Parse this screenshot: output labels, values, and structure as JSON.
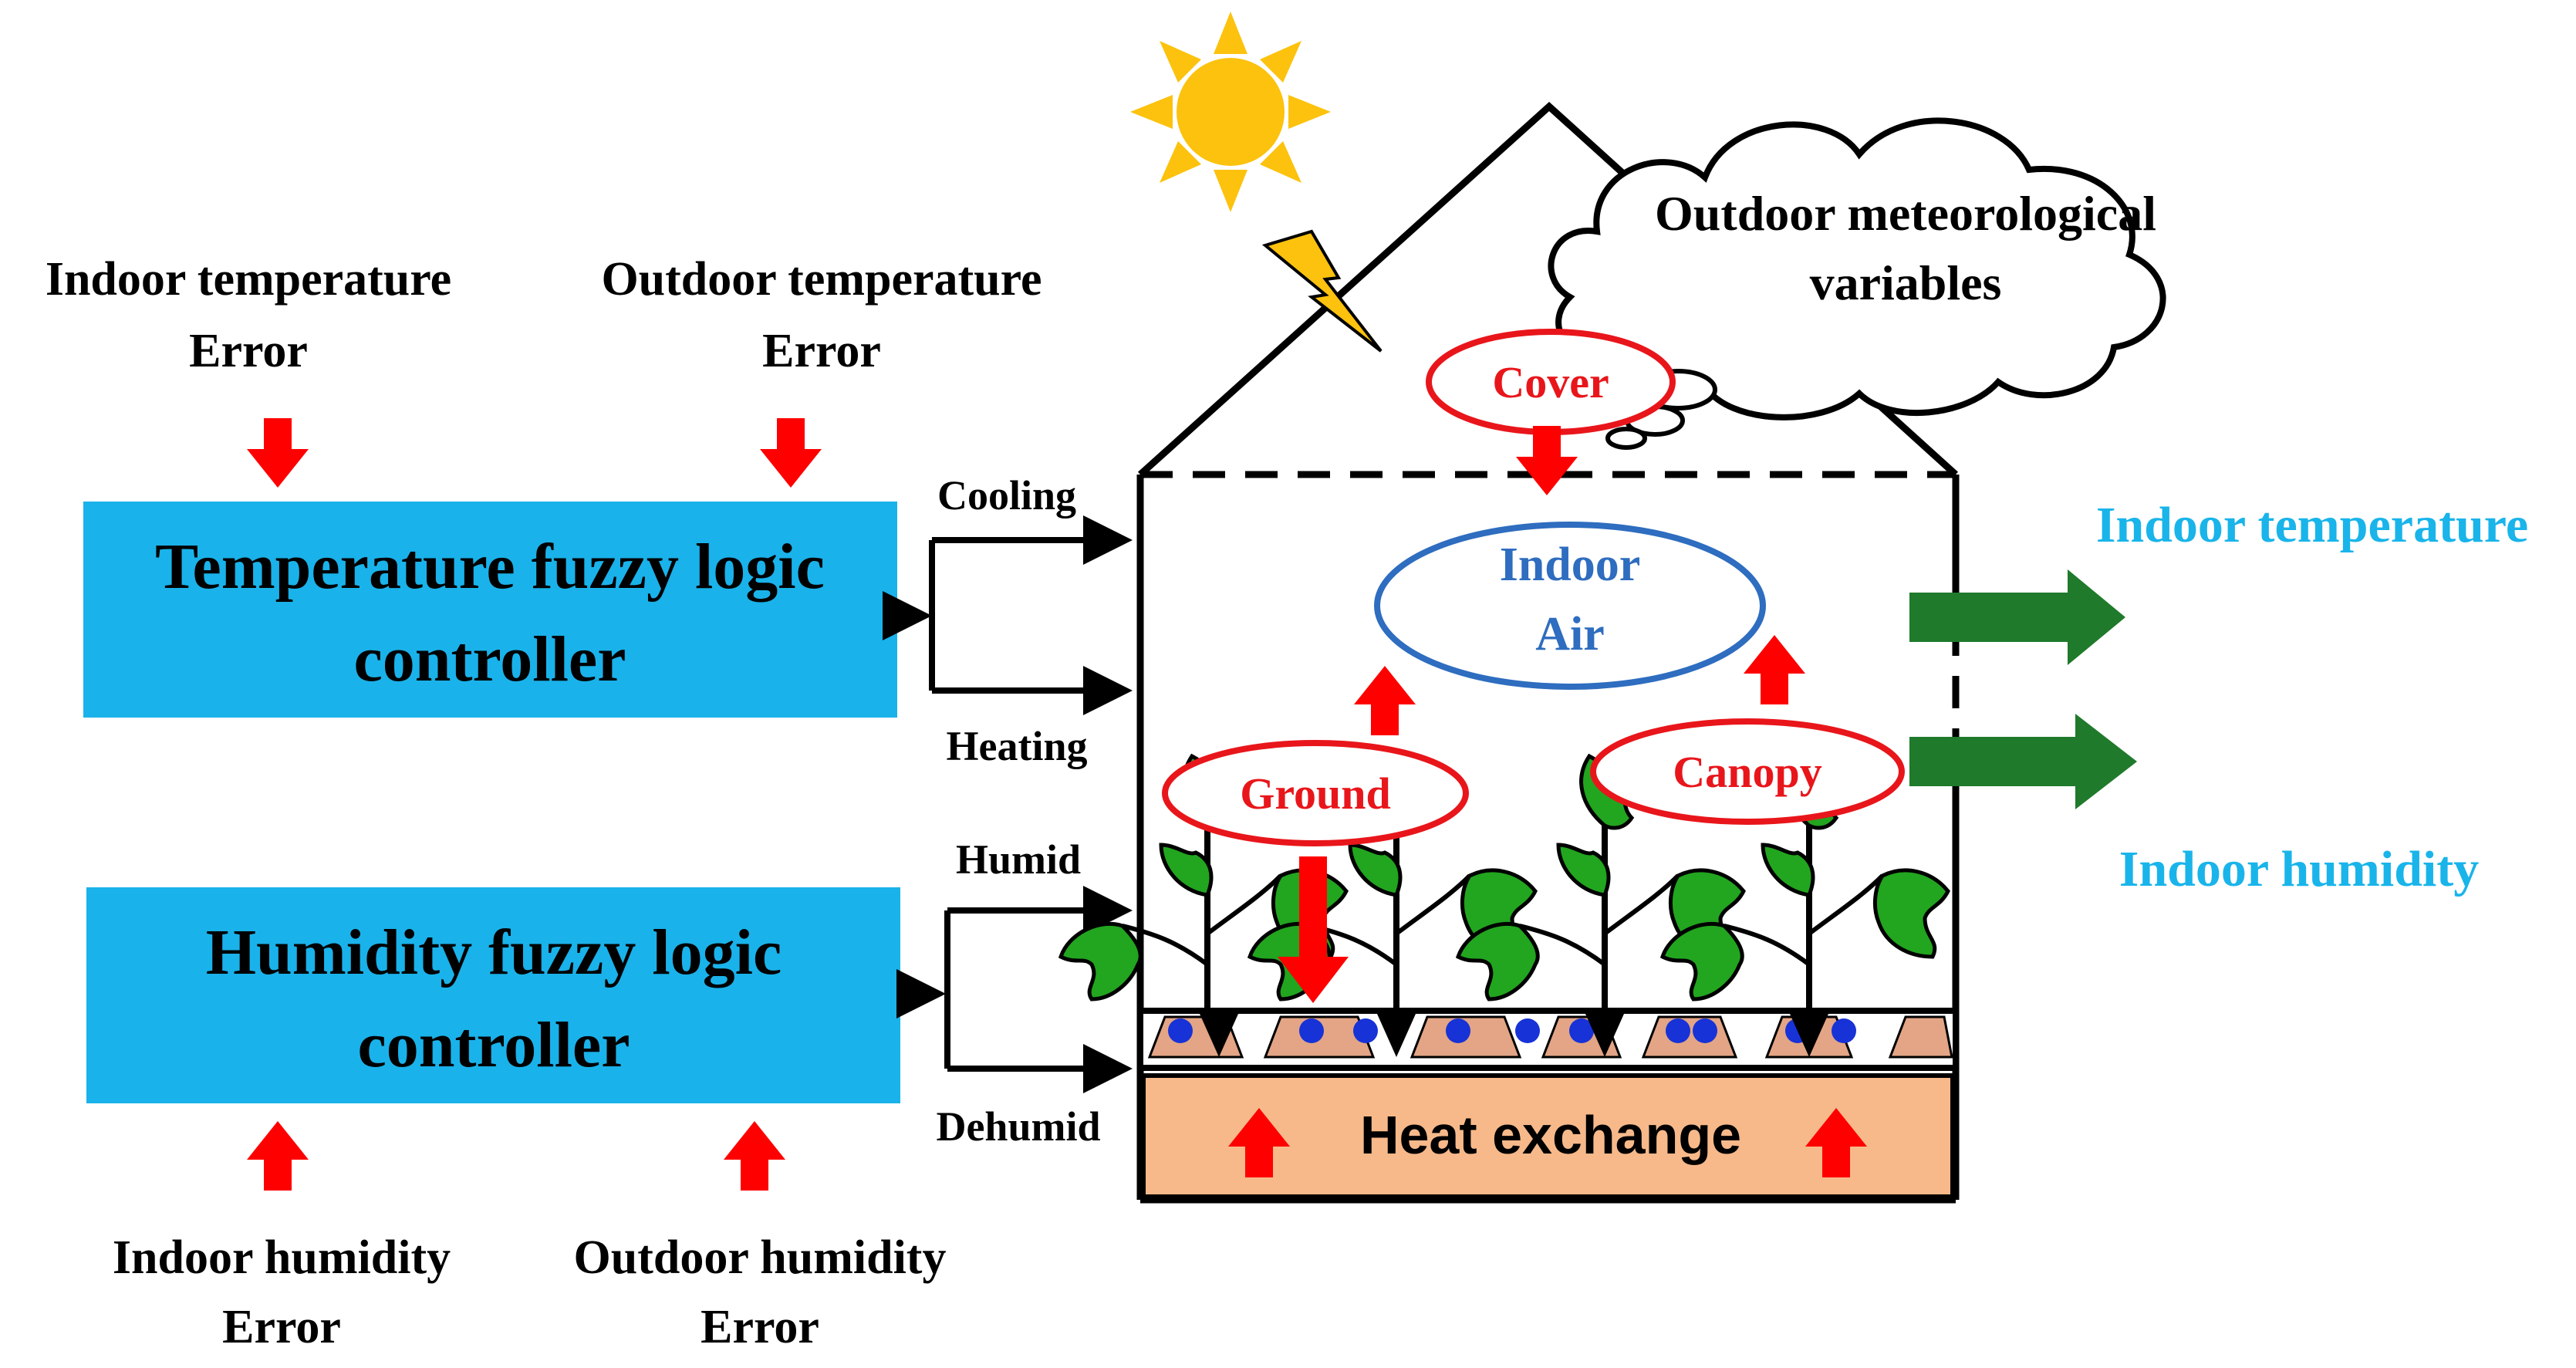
{
  "inputs": {
    "indoor_temp_error": [
      "Indoor temperature",
      "Error"
    ],
    "outdoor_temp_error": [
      "Outdoor temperature",
      "Error"
    ],
    "indoor_humidity_error": [
      "Indoor humidity",
      "Error"
    ],
    "outdoor_humidity_error": [
      "Outdoor humidity",
      "Error"
    ]
  },
  "controllers": {
    "temperature": [
      "Temperature fuzzy logic",
      "controller"
    ],
    "humidity": [
      "Humidity fuzzy logic",
      "controller"
    ]
  },
  "actions": {
    "cooling": "Cooling",
    "heating": "Heating",
    "humid": "Humid",
    "dehumid": "Dehumid"
  },
  "greenhouse": {
    "cover": "Cover",
    "indoor_air": [
      "Indoor",
      "Air"
    ],
    "ground": "Ground",
    "canopy": "Canopy",
    "heat_exchange": "Heat exchange",
    "cloud": [
      "Outdoor meteorological",
      "variables"
    ]
  },
  "outputs": {
    "indoor_temperature": "Indoor temperature",
    "indoor_humidity": "Indoor humidity"
  },
  "colors": {
    "controller_fill": "#1ab2ea",
    "arrow_red": "#ff0000",
    "label_red": "#e8161b",
    "label_blue": "#2e6dbf",
    "output_cyan": "#19b4ea",
    "output_arrow": "#1f7a2b",
    "heat_fill": "#f7b98a",
    "leaf_green": "#22a51f",
    "sun_yellow": "#fcc20d"
  }
}
